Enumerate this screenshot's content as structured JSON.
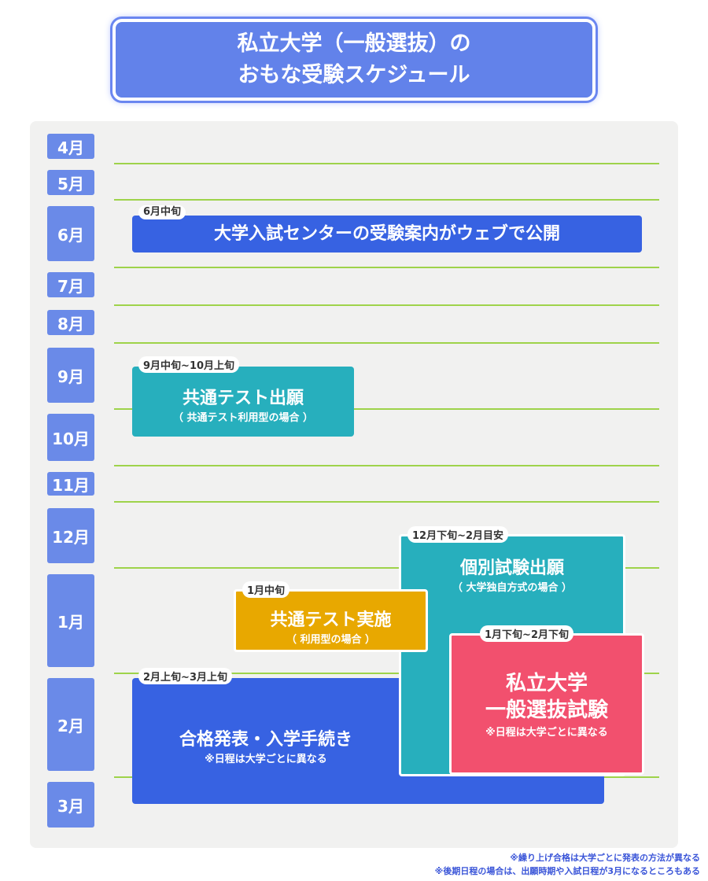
{
  "title": {
    "line1": "私立大学（一般選抜）の",
    "line2": "おもな受験スケジュール"
  },
  "months": [
    "4月",
    "5月",
    "6月",
    "7月",
    "8月",
    "9月",
    "10月",
    "11月",
    "12月",
    "1月",
    "2月",
    "3月"
  ],
  "events": [
    {
      "period": "6月中旬",
      "title": "大学入試センターの受験案内がウェブで公開",
      "note": ""
    },
    {
      "period": "9月中旬~10月上旬",
      "title": "共通テスト出願",
      "note": "（ 共通テスト利用型の場合 ）"
    },
    {
      "period": "12月下旬~2月目安",
      "title": "個別試験出願",
      "note": "（ 大学独自方式の場合 ）"
    },
    {
      "period": "1月中旬",
      "title": "共通テスト実施",
      "note": "（ 利用型の場合 ）"
    },
    {
      "period": "1月下旬~2月下旬",
      "title": "私立大学",
      "title2": "一般選抜試験",
      "note": "※日程は大学ごとに異なる"
    },
    {
      "period": "2月上旬~3月上旬",
      "title": "合格発表・入学手続き",
      "note": "※日程は大学ごとに異なる"
    }
  ],
  "footnotes": [
    "※繰り上げ合格は大学ごとに発表の方法が異なる",
    "※後期日程の場合は、出願時期や入試日程が3月になるところもある"
  ],
  "colors": {
    "blue": "#3762e2",
    "teal": "#27afbd",
    "yellow": "#e8a800",
    "pink": "#f2506e",
    "month": "#6a8ae8",
    "line": "#9ed34a"
  }
}
